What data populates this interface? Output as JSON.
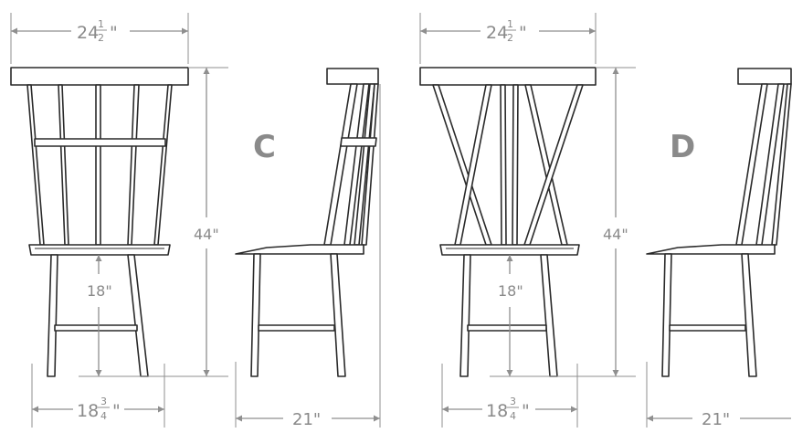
{
  "figures": {
    "C": {
      "label": "C",
      "front": {
        "width_whole": "24",
        "width_num": "1",
        "width_den": "2",
        "width_unit": "\"",
        "seat_height": "18\"",
        "base_whole": "18",
        "base_num": "3",
        "base_den": "4",
        "base_unit": "\""
      },
      "height": "44\"",
      "depth": "21\""
    },
    "D": {
      "label": "D",
      "front": {
        "width_whole": "24",
        "width_num": "1",
        "width_den": "2",
        "width_unit": "\"",
        "seat_height": "18\"",
        "base_whole": "18",
        "base_num": "3",
        "base_den": "4",
        "base_unit": "\""
      },
      "height": "44\"",
      "depth": "21\""
    }
  },
  "colors": {
    "dimension": "#8f8f8f",
    "outline": "#2a2a2a"
  }
}
